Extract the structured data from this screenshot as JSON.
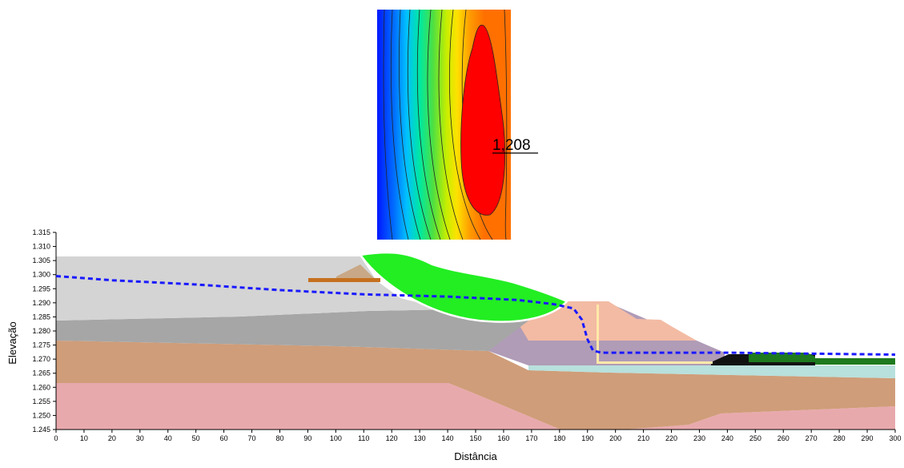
{
  "chart_data": {
    "type": "cross-section",
    "xlabel": "Distância",
    "ylabel": "Elevação",
    "xlim": [
      0,
      300
    ],
    "ylim": [
      1.245,
      1.315
    ],
    "x_ticks": [
      "0",
      "10",
      "20",
      "30",
      "40",
      "50",
      "60",
      "70",
      "80",
      "90",
      "100",
      "110",
      "120",
      "130",
      "140",
      "150",
      "160",
      "170",
      "180",
      "190",
      "200",
      "210",
      "220",
      "230",
      "240",
      "250",
      "260",
      "270",
      "280",
      "290",
      "300"
    ],
    "y_ticks": [
      "1.245",
      "1.250",
      "1.255",
      "1.260",
      "1.265",
      "1.270",
      "1.275",
      "1.280",
      "1.285",
      "1.290",
      "1.295",
      "1.300",
      "1.305",
      "1.310",
      "1.315"
    ],
    "factor_of_safety_label": "1,208",
    "phreatic_line": [
      [
        0,
        1.2995
      ],
      [
        20,
        1.298
      ],
      [
        50,
        1.2965
      ],
      [
        80,
        1.2945
      ],
      [
        110,
        1.293
      ],
      [
        140,
        1.2922
      ],
      [
        165,
        1.291
      ],
      [
        178,
        1.2895
      ],
      [
        185,
        1.288
      ],
      [
        188,
        1.284
      ],
      [
        190,
        1.277
      ],
      [
        192,
        1.273
      ],
      [
        195,
        1.2723
      ],
      [
        240,
        1.2723
      ],
      [
        300,
        1.2716
      ]
    ],
    "slip_surface": {
      "entry_x": 108,
      "exit_x": 185,
      "lowest_elevation": 1.2835
    },
    "colors": {
      "phreatic_line": "#1a1aff",
      "slip_mass": "#22ee22",
      "upper_fill": "#d4d4d4",
      "mid_layer": "#a6a6a6",
      "brown_layer": "#cf9d79",
      "pink_layer": "#e8a9ad",
      "dam_body": "#f3bba4",
      "dam_core": "#b09cb7",
      "drain_layer": "#b8e0dc",
      "toe_dark": "#111111",
      "toe_green": "#1e7a1e"
    }
  }
}
